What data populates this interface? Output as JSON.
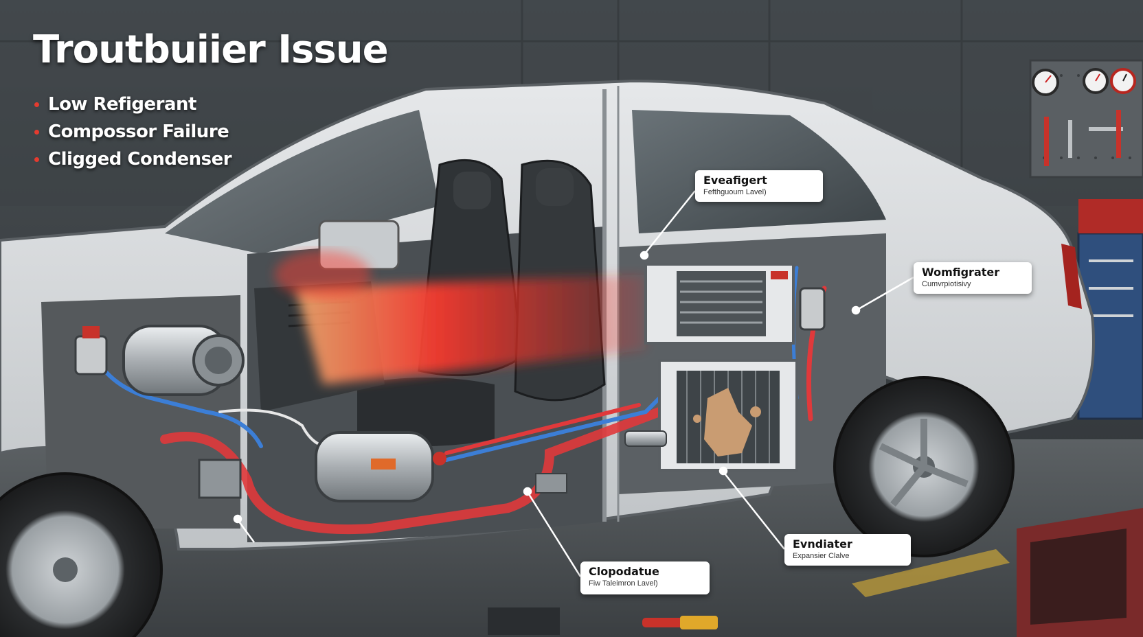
{
  "title": "Troutbuiier Issue",
  "issues": [
    {
      "label": "Low Refigerant"
    },
    {
      "label": "Compossor Failure"
    },
    {
      "label": "Cligged Condenser"
    }
  ],
  "callouts": [
    {
      "id": "evaporator",
      "title": "Evеafigert",
      "subtitle": "Fefthguoum Lavel)"
    },
    {
      "id": "refrigerant-line",
      "title": "Womfigrater",
      "subtitle": "Cumvrpiotisivy"
    },
    {
      "id": "condenser",
      "title": "Evndiater",
      "subtitle": "Expansier Clalve"
    },
    {
      "id": "compressor",
      "title": "Clopodatue",
      "subtitle": "Fiw Taleimron Lavel)"
    }
  ],
  "colors": {
    "bullet": "#e53b2f",
    "hot_line": "#e0393b",
    "cold_line": "#3c7ed6",
    "heat_glow": "#ff3b2f",
    "car_body": "#d9dcdf",
    "callout_bg": "#ffffff"
  },
  "icons": [
    "pressure-gauge-icon",
    "wrench-icon",
    "ac-compressor-icon",
    "condenser-unit-icon",
    "evaporator-unit-icon",
    "tool-chest-icon"
  ]
}
